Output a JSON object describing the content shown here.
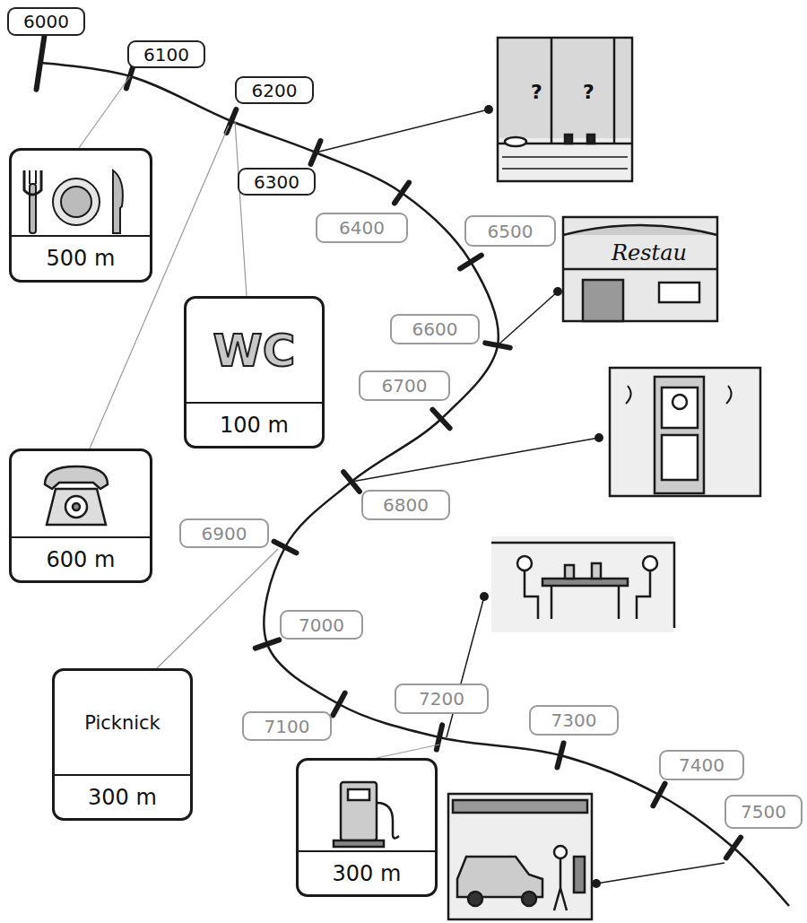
{
  "diagram": {
    "nodes": [
      {
        "text": [
          "6000"
        ]
      },
      {
        "text": [
          "6100"
        ]
      },
      {
        "text": [
          "6200"
        ]
      },
      {
        "text": [
          "500 m"
        ]
      },
      {
        "text": [
          "6300"
        ]
      },
      {
        "text": [
          "WC",
          "100 m"
        ]
      },
      {
        "text": [
          "6400"
        ]
      },
      {
        "text": [
          "6500"
        ]
      },
      {
        "text": [
          "6600"
        ]
      },
      {
        "text": [
          "600 m"
        ]
      },
      {
        "text": [
          "6700"
        ]
      },
      {
        "text": [
          "6800"
        ]
      },
      {
        "text": [
          "6900"
        ]
      },
      {
        "text": [
          "7000"
        ]
      },
      {
        "text": [
          "Picknick",
          "300 m"
        ]
      },
      {
        "text": [
          "7100"
        ]
      },
      {
        "text": [
          "7200"
        ]
      },
      {
        "text": [
          "7300"
        ]
      },
      {
        "text": [
          "300 m"
        ]
      },
      {
        "text": [
          "7400"
        ]
      },
      {
        "text": [
          "7500"
        ]
      }
    ],
    "labels": [
      "Restau"
    ]
  }
}
